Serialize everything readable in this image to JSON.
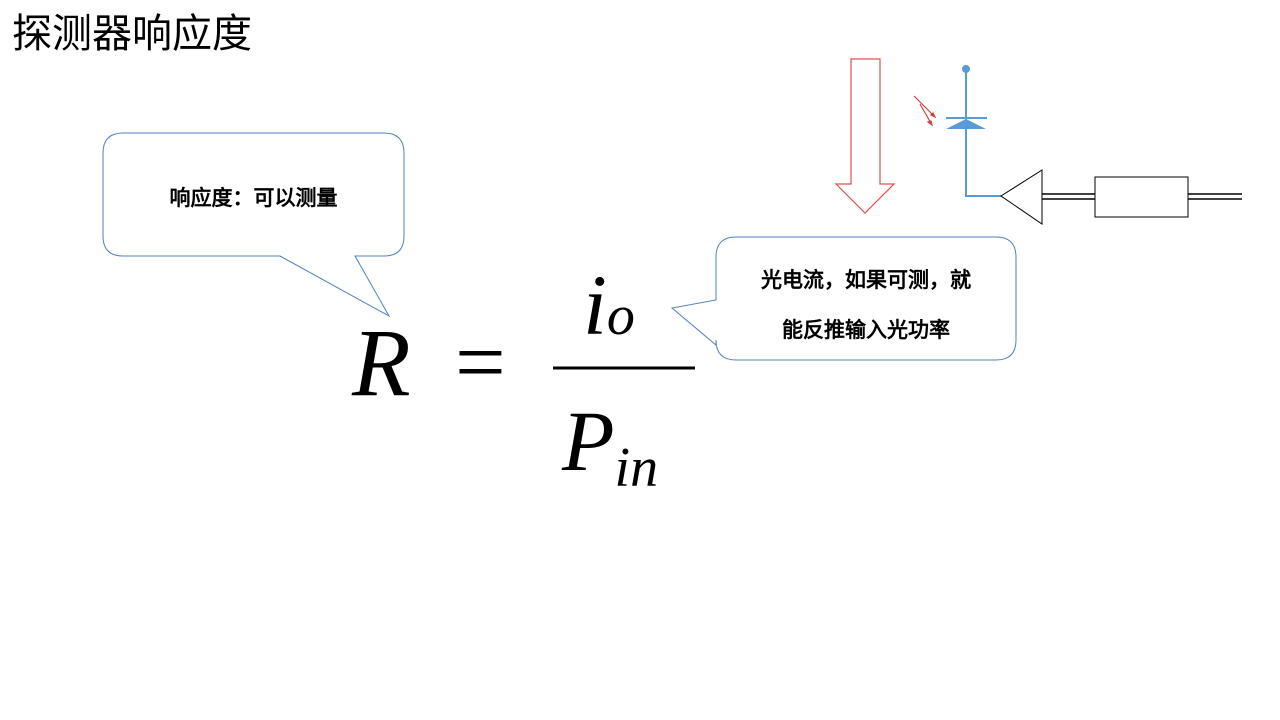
{
  "slide": {
    "title": "探测器响应度"
  },
  "callouts": [
    {
      "text": "响应度：可以测量"
    },
    {
      "line1": "光电流，如果可测，就",
      "line2": "能反推输入光功率"
    }
  ],
  "formula": {
    "lhs": "R",
    "equals": "=",
    "numerator_main": "i",
    "numerator_sub": "o",
    "denominator_main": "P",
    "denominator_sub": "in"
  },
  "colors": {
    "light_arrow": "#e05050",
    "photodiode": "#5b9bd5",
    "callout_border": "#4f81bd",
    "circuit": "#000000"
  }
}
